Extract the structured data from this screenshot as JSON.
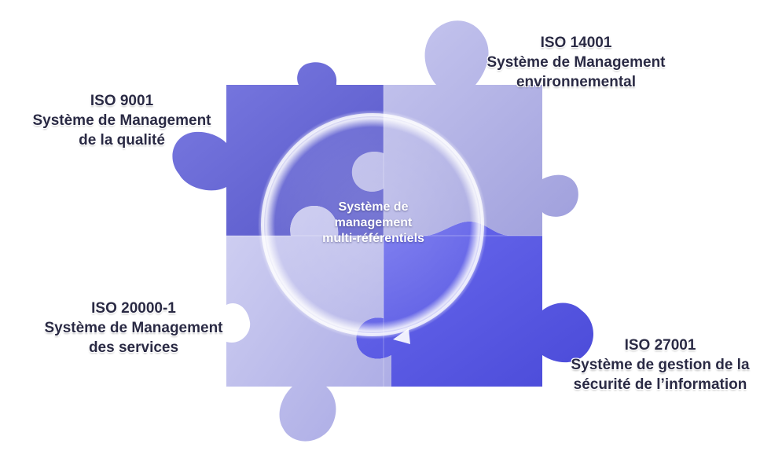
{
  "center": {
    "lines": [
      "Système de",
      "management",
      "multi-référentiels"
    ]
  },
  "pieces": {
    "iso9001": {
      "title": "ISO 9001",
      "line1": "Système de Management",
      "line2": "de la qualité"
    },
    "iso14001": {
      "title": "ISO 14001",
      "line1": "Système de Management",
      "line2": "environnemental"
    },
    "iso20000": {
      "title": "ISO 20000-1",
      "line1": "Système de Management",
      "line2": "des services"
    },
    "iso27001": {
      "title": "ISO 27001",
      "line1": "Système de gestion de la",
      "line2": "sécurité de l’information"
    }
  },
  "colors": {
    "label_text": "#2a2a44",
    "center_text": "#ffffff",
    "piece_top_left": "#6a6ad8",
    "piece_top_right": "#b5b5e8",
    "piece_bottom_left": "#c4c4ee",
    "piece_bottom_right": "#5a5ae6",
    "ring": "#f2f2ff"
  }
}
